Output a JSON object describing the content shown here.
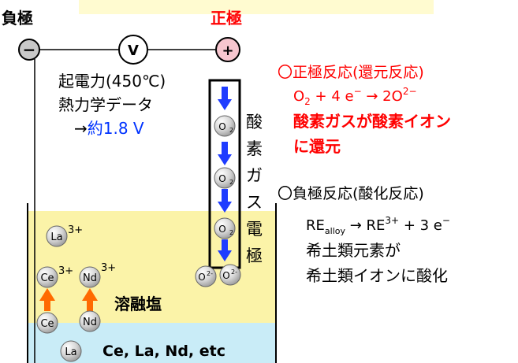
{
  "labels": {
    "negative_electrode": "負極",
    "positive_electrode": "正極",
    "minus_sign": "−",
    "plus_sign": "+",
    "voltmeter": "V"
  },
  "emf": {
    "line1": "起電力(450℃)",
    "line2": "熱力学データ",
    "line3_arrow": "→",
    "line3_value": "約1.8 V"
  },
  "gas_electrode_label": [
    "酸",
    "素",
    "ガ",
    "ス",
    "電",
    "極"
  ],
  "molecules": {
    "o2": "O",
    "o2_sub": "2",
    "o_ion": "O",
    "o_ion_sup": "2-"
  },
  "ions": {
    "la": "La",
    "la_charge": "3+",
    "ce": "Ce",
    "ce_charge": "3+",
    "nd": "Nd",
    "nd_charge": "3+"
  },
  "metals": {
    "ce": "Ce",
    "nd": "Nd",
    "la": "La"
  },
  "molten_salt_label": "溶融塩",
  "metal_pool_label": "Ce, La, Nd, etc",
  "cathode_reaction": {
    "title": "〇正極反応(還元反応)",
    "eq_o": "O",
    "eq_o_sub": "2",
    "eq_mid": " + 4 e",
    "eq_e_sup": "−",
    "eq_arrow": " → 2O",
    "eq_ion_sup": "2−",
    "desc1": "酸素ガスが酸素イオン",
    "desc2": "に還元"
  },
  "anode_reaction": {
    "title": "〇負極反応(酸化反応)",
    "eq_re": "RE",
    "eq_re_sub": "alloy",
    "eq_arrow": " → RE",
    "eq_re_sup": "3+",
    "eq_rest": " + 3 e",
    "eq_e_sup": "−",
    "desc1": "希土類元素が",
    "desc2": "希土類イオンに酸化"
  },
  "colors": {
    "header_band": "#fffbd0",
    "molten_salt": "#fbf3a8",
    "metal_pool": "#c9ecf7",
    "red_text": "#ff0000",
    "blue_text": "#0033ff",
    "o2_arrow": "#1e3cff",
    "ion_arrow": "#ff6a00",
    "ball_fill": "#d9d9d9",
    "plus_fill": "#f7c6cf"
  }
}
